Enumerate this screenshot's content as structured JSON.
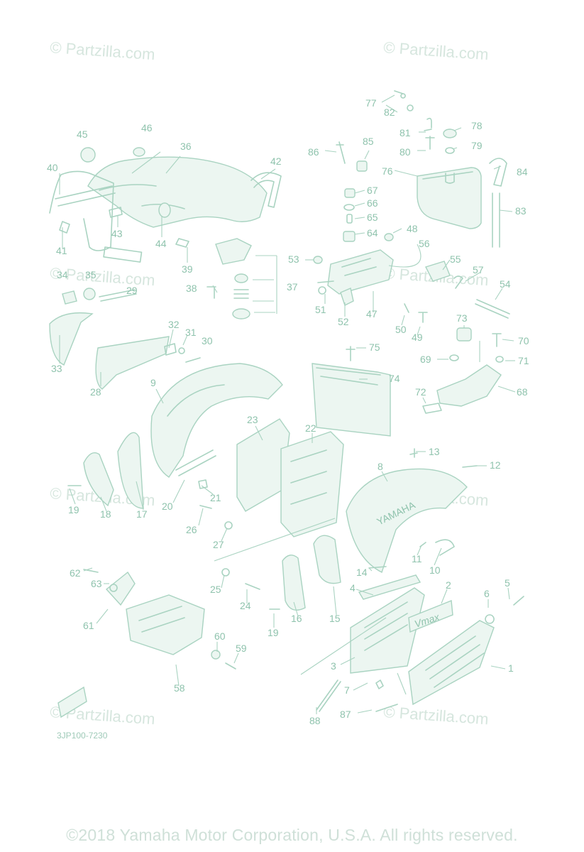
{
  "watermark": "© Partzilla.com",
  "diagram_code": "3JP100-7230",
  "copyright": "©2018  Yamaha Motor Corporation, U.S.A. All rights reserved.",
  "badge_text": "Vmax",
  "fender_text": "YAMAHA",
  "callouts": [
    {
      "id": "c77",
      "label": "77"
    },
    {
      "id": "c82",
      "label": "82"
    },
    {
      "id": "c81",
      "label": "81"
    },
    {
      "id": "c78",
      "label": "78"
    },
    {
      "id": "c80",
      "label": "80"
    },
    {
      "id": "c79",
      "label": "79"
    },
    {
      "id": "c86",
      "label": "86"
    },
    {
      "id": "c85",
      "label": "85"
    },
    {
      "id": "c76",
      "label": "76"
    },
    {
      "id": "c84",
      "label": "84"
    },
    {
      "id": "c45",
      "label": "45"
    },
    {
      "id": "c46",
      "label": "46"
    },
    {
      "id": "c36",
      "label": "36"
    },
    {
      "id": "c42",
      "label": "42"
    },
    {
      "id": "c40",
      "label": "40"
    },
    {
      "id": "c67",
      "label": "67"
    },
    {
      "id": "c66",
      "label": "66"
    },
    {
      "id": "c83",
      "label": "83"
    },
    {
      "id": "c65",
      "label": "65"
    },
    {
      "id": "c64",
      "label": "64"
    },
    {
      "id": "c48",
      "label": "48"
    },
    {
      "id": "c43",
      "label": "43"
    },
    {
      "id": "c44",
      "label": "44"
    },
    {
      "id": "c41",
      "label": "41"
    },
    {
      "id": "c39",
      "label": "39"
    },
    {
      "id": "c56",
      "label": "56"
    },
    {
      "id": "c53",
      "label": "53"
    },
    {
      "id": "c55",
      "label": "55"
    },
    {
      "id": "c34",
      "label": "34"
    },
    {
      "id": "c35",
      "label": "35"
    },
    {
      "id": "c29",
      "label": "29"
    },
    {
      "id": "c38",
      "label": "38"
    },
    {
      "id": "c37",
      "label": "37"
    },
    {
      "id": "c57",
      "label": "57"
    },
    {
      "id": "c54",
      "label": "54"
    },
    {
      "id": "c51",
      "label": "51"
    },
    {
      "id": "c47",
      "label": "47"
    },
    {
      "id": "c52",
      "label": "52"
    },
    {
      "id": "c32",
      "label": "32"
    },
    {
      "id": "c50",
      "label": "50"
    },
    {
      "id": "c49",
      "label": "49"
    },
    {
      "id": "c73",
      "label": "73"
    },
    {
      "id": "c31",
      "label": "31"
    },
    {
      "id": "c30",
      "label": "30"
    },
    {
      "id": "c75",
      "label": "75"
    },
    {
      "id": "c70",
      "label": "70"
    },
    {
      "id": "c33",
      "label": "33"
    },
    {
      "id": "c69",
      "label": "69"
    },
    {
      "id": "c71",
      "label": "71"
    },
    {
      "id": "c74",
      "label": "74"
    },
    {
      "id": "c28",
      "label": "28"
    },
    {
      "id": "c9",
      "label": "9"
    },
    {
      "id": "c68",
      "label": "68"
    },
    {
      "id": "c72",
      "label": "72"
    },
    {
      "id": "c23",
      "label": "23"
    },
    {
      "id": "c22",
      "label": "22"
    },
    {
      "id": "c13",
      "label": "13"
    },
    {
      "id": "c12",
      "label": "12"
    },
    {
      "id": "c8",
      "label": "8"
    },
    {
      "id": "c21",
      "label": "21"
    },
    {
      "id": "c19a",
      "label": "19"
    },
    {
      "id": "c18",
      "label": "18"
    },
    {
      "id": "c17",
      "label": "17"
    },
    {
      "id": "c20",
      "label": "20"
    },
    {
      "id": "c26",
      "label": "26"
    },
    {
      "id": "c27",
      "label": "27"
    },
    {
      "id": "c11",
      "label": "11"
    },
    {
      "id": "c10",
      "label": "10"
    },
    {
      "id": "c62",
      "label": "62"
    },
    {
      "id": "c14",
      "label": "14"
    },
    {
      "id": "c63",
      "label": "63"
    },
    {
      "id": "c25",
      "label": "25"
    },
    {
      "id": "c4",
      "label": "4"
    },
    {
      "id": "c2",
      "label": "2"
    },
    {
      "id": "c5",
      "label": "5"
    },
    {
      "id": "c6",
      "label": "6"
    },
    {
      "id": "c24",
      "label": "24"
    },
    {
      "id": "c61",
      "label": "61"
    },
    {
      "id": "c19b",
      "label": "19"
    },
    {
      "id": "c16",
      "label": "16"
    },
    {
      "id": "c15",
      "label": "15"
    },
    {
      "id": "c60",
      "label": "60"
    },
    {
      "id": "c59",
      "label": "59"
    },
    {
      "id": "c3",
      "label": "3"
    },
    {
      "id": "c1",
      "label": "1"
    },
    {
      "id": "c58",
      "label": "58"
    },
    {
      "id": "c7",
      "label": "7"
    },
    {
      "id": "c87",
      "label": "87"
    },
    {
      "id": "c88",
      "label": "88"
    }
  ]
}
